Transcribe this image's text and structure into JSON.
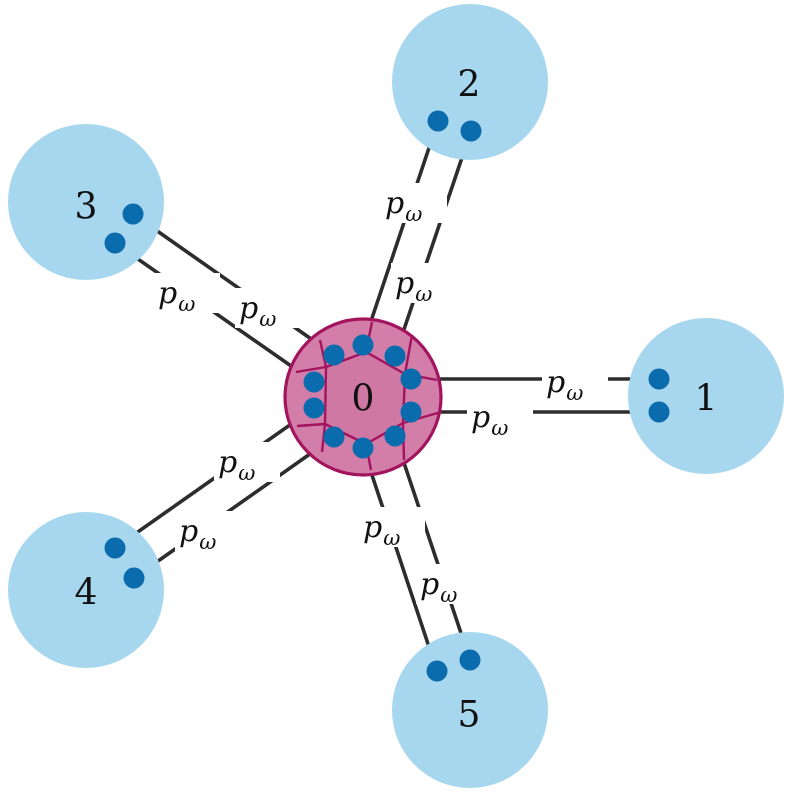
{
  "diagram": {
    "hub": {
      "label": "0"
    },
    "nodes": [
      {
        "label": "1"
      },
      {
        "label": "2"
      },
      {
        "label": "3"
      },
      {
        "label": "4"
      },
      {
        "label": "5"
      }
    ],
    "edge_label": {
      "symbol": "p",
      "subscript": "ω"
    },
    "colors": {
      "outer_node_fill": "#a7d6ef",
      "port_fill": "#0a6bad",
      "hub_fill": "#d27ea8",
      "hub_stroke": "#a3145f",
      "edge_stroke": "#2d2d2d"
    }
  }
}
